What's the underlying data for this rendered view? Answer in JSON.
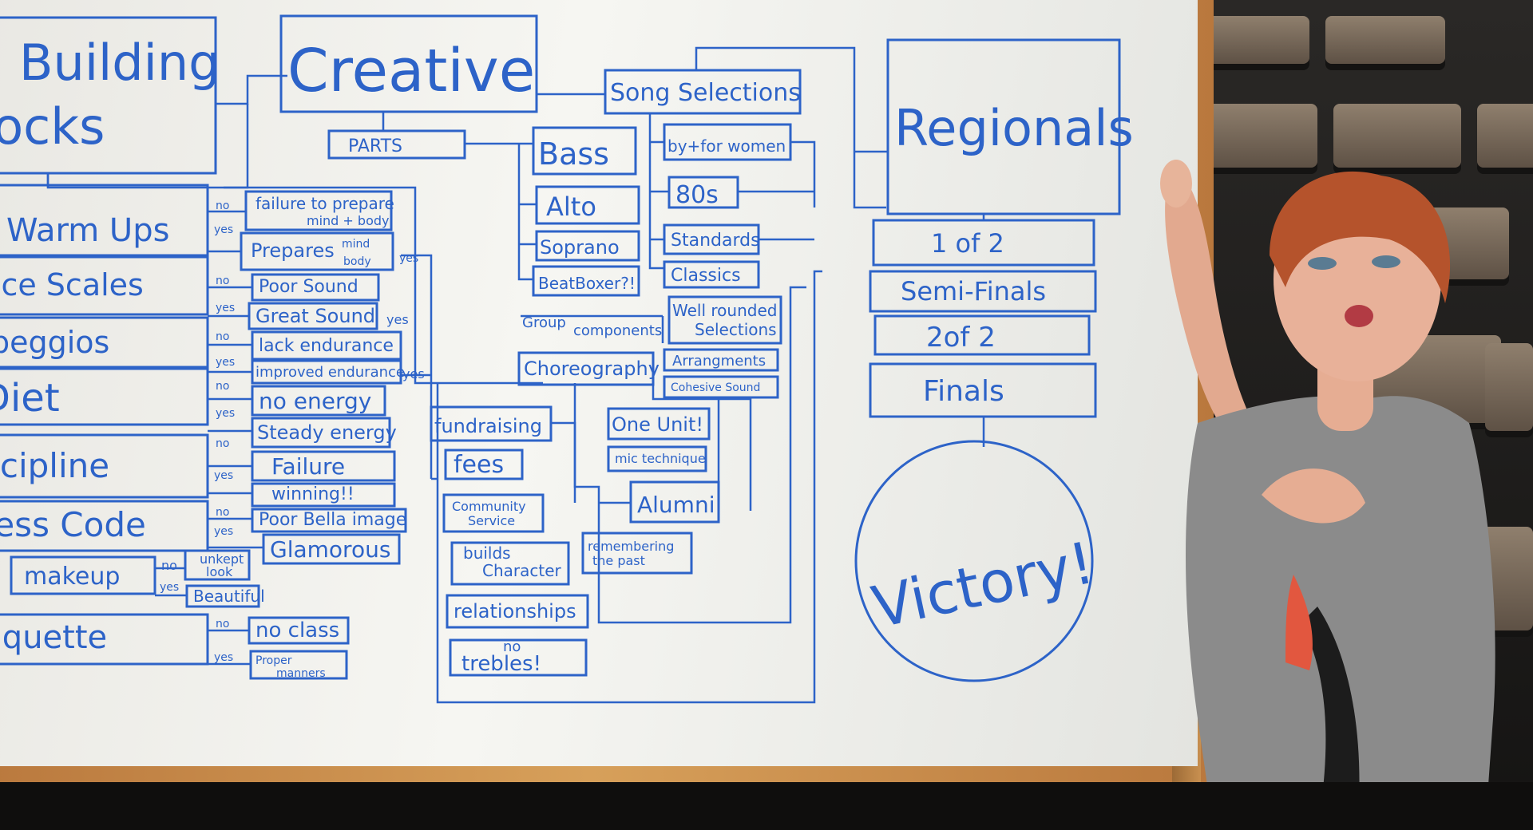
{
  "whiteboard": {
    "left_column": [
      {
        "label": "Building",
        "size": 62
      },
      {
        "label": "locks",
        "size": 62
      },
      {
        "label": "Warm Ups",
        "size": 40
      },
      {
        "label": "tice Scales",
        "size": 38
      },
      {
        "label": "peggios",
        "size": 38
      },
      {
        "label": "Diet",
        "size": 48
      },
      {
        "label": "scipline",
        "size": 42
      },
      {
        "label": "ress Code",
        "size": 42
      },
      {
        "label": "makeup",
        "size": 30
      },
      {
        "label": "tiquette",
        "size": 40
      }
    ],
    "choices": [
      {
        "label": "failure to prepare",
        "size": 20
      },
      {
        "label": "mind + body",
        "size": 16
      },
      {
        "label": "Prepares",
        "size": 24
      },
      {
        "label": "mind",
        "size": 14
      },
      {
        "label": "body",
        "size": 14
      },
      {
        "label": "Poor Sound",
        "size": 22
      },
      {
        "label": "Great Sound",
        "size": 24
      },
      {
        "label": "lack endurance",
        "size": 22
      },
      {
        "label": "improved endurance",
        "size": 18
      },
      {
        "label": "no energy",
        "size": 28
      },
      {
        "label": "Steady energy",
        "size": 24
      },
      {
        "label": "Failure",
        "size": 28
      },
      {
        "label": "winning!!",
        "size": 22
      },
      {
        "label": "Poor Bella image",
        "size": 22
      },
      {
        "label": "Glamorous",
        "size": 28
      },
      {
        "label": "unkept",
        "size": 16
      },
      {
        "label": "look",
        "size": 16
      },
      {
        "label": "Beautiful",
        "size": 20
      },
      {
        "label": "no class",
        "size": 26
      },
      {
        "label": "Proper",
        "size": 14
      },
      {
        "label": "manners",
        "size": 14
      }
    ],
    "yes_no": [
      {
        "label": "no",
        "size": 14
      },
      {
        "label": "yes",
        "size": 14
      },
      {
        "label": "yes",
        "size": 14
      },
      {
        "label": "no",
        "size": 14
      },
      {
        "label": "yes",
        "size": 14
      },
      {
        "label": "yes",
        "size": 16
      },
      {
        "label": "no",
        "size": 14
      },
      {
        "label": "yes",
        "size": 14
      },
      {
        "label": "yes",
        "size": 16
      },
      {
        "label": "no",
        "size": 14
      },
      {
        "label": "yes",
        "size": 14
      },
      {
        "label": "no",
        "size": 14
      },
      {
        "label": "yes",
        "size": 14
      },
      {
        "label": "no",
        "size": 14
      },
      {
        "label": "yes",
        "size": 14
      },
      {
        "label": "no",
        "size": 16
      },
      {
        "label": "yes",
        "size": 14
      },
      {
        "label": "no",
        "size": 14
      },
      {
        "label": "yes",
        "size": 14
      }
    ],
    "creative": [
      {
        "label": "Creative",
        "size": 74
      },
      {
        "label": "PARTS",
        "size": 22
      },
      {
        "label": "Bass",
        "size": 38
      },
      {
        "label": "Alto",
        "size": 32
      },
      {
        "label": "Soprano",
        "size": 24
      },
      {
        "label": "BeatBoxer?!",
        "size": 20
      },
      {
        "label": "Group",
        "size": 18
      },
      {
        "label": "components",
        "size": 18
      },
      {
        "label": "Choreography",
        "size": 24
      },
      {
        "label": "fundraising",
        "size": 24
      },
      {
        "label": "fees",
        "size": 30
      },
      {
        "label": "Community",
        "size": 16
      },
      {
        "label": "Service",
        "size": 16
      },
      {
        "label": "builds",
        "size": 20
      },
      {
        "label": "Character",
        "size": 20
      },
      {
        "label": "relationships",
        "size": 24
      },
      {
        "label": "no",
        "size": 18
      },
      {
        "label": "trebles!",
        "size": 26
      },
      {
        "label": "One Unit!",
        "size": 24
      },
      {
        "label": "mic technique",
        "size": 16
      },
      {
        "label": "Alumni",
        "size": 28
      },
      {
        "label": "remembering",
        "size": 16
      },
      {
        "label": "the past",
        "size": 16
      }
    ],
    "songs": [
      {
        "label": "Song Selections",
        "size": 30
      },
      {
        "label": "by+for women",
        "size": 20
      },
      {
        "label": "80s",
        "size": 30
      },
      {
        "label": "Standards",
        "size": 22
      },
      {
        "label": "Classics",
        "size": 22
      },
      {
        "label": "Well rounded",
        "size": 20
      },
      {
        "label": "Selections",
        "size": 20
      },
      {
        "label": "Arrangments",
        "size": 18
      },
      {
        "label": "Cohesive Sound",
        "size": 14
      }
    ],
    "competition": [
      {
        "label": "Regionals",
        "size": 62
      },
      {
        "label": "1 of 2",
        "size": 32
      },
      {
        "label": "Semi-Finals",
        "size": 32
      },
      {
        "label": "2of 2",
        "size": 34
      },
      {
        "label": "Finals",
        "size": 36
      },
      {
        "label": "Victory!",
        "size": 72
      }
    ]
  },
  "colors": {
    "marker": "#2d63c8",
    "board": "#f2f2ee",
    "frame": "#c88c48"
  }
}
